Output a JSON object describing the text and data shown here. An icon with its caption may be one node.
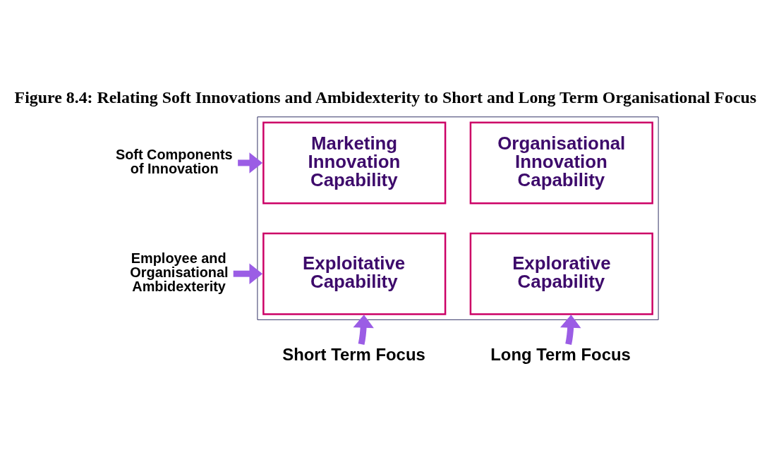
{
  "diagram": {
    "title": "Figure 8.4: Relating Soft Innovations and Ambidexterity to Short and Long Term Organisational Focus",
    "nodes": [
      {
        "text": [],
        "shape": "box"
      },
      {
        "text": [
          "Marketing Innovation Capability"
        ],
        "in": 0
      },
      {
        "text": [
          "Organisational Innovation Capability"
        ],
        "in": 0
      },
      {
        "text": [
          "Exploitative Capability"
        ],
        "in": 0
      },
      {
        "text": [
          "Explorative Capability"
        ],
        "in": 0
      },
      {
        "text": [
          "Soft Components of Innovation"
        ]
      },
      {
        "text": [
          "Employee and Organisational Ambidexterity"
        ]
      },
      {
        "text": [
          "Short Term Focus"
        ]
      },
      {
        "text": [
          "Long Term Focus"
        ]
      }
    ],
    "edges": [
      {
        "from": 5,
        "to": 0,
        "arrow": "to",
        "color": "#9b5de5"
      },
      {
        "from": 6,
        "to": 0,
        "arrow": "to",
        "color": "#9b5de5"
      },
      {
        "from": 7,
        "to": 0,
        "arrow": "to",
        "color": "#9b5de5"
      },
      {
        "from": 8,
        "to": 0,
        "arrow": "to",
        "color": "#9b5de5"
      }
    ]
  }
}
